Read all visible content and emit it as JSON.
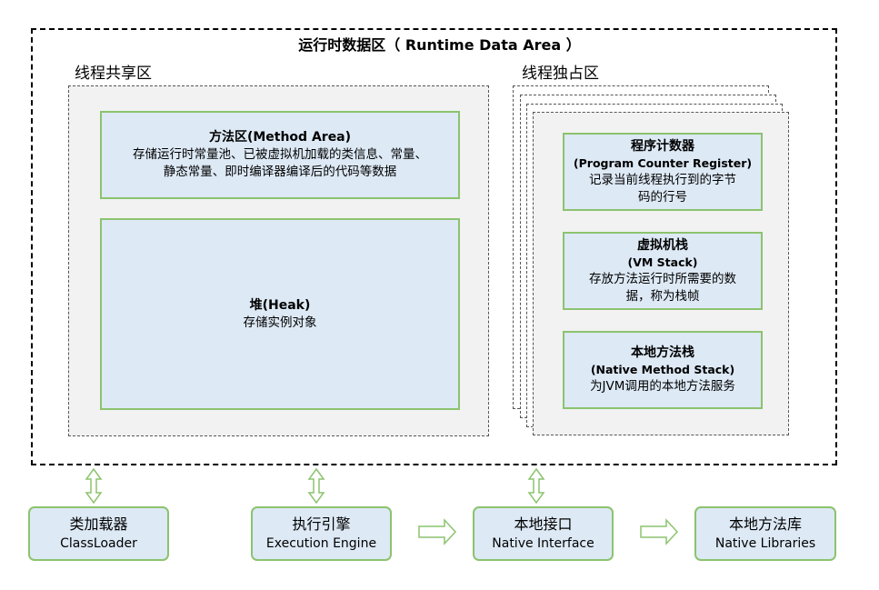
{
  "runtime_area": {
    "title": "运行时数据区（ Runtime Data Area ）"
  },
  "shared": {
    "label": "线程共享区",
    "method_area": {
      "title": "方法区(Method Area)",
      "desc_line1": "存储运行时常量池、已被虚拟机加载的类信息、常量、",
      "desc_line2": "静态常量、即时编译器编译后的代码等数据"
    },
    "heap": {
      "title": "堆(Heak)",
      "desc": "存储实例对象"
    }
  },
  "exclusive": {
    "label": "线程独占区",
    "pc_register": {
      "title": "程序计数器",
      "subtitle": "(Program Counter Register)",
      "desc_line1": "记录当前线程执行到的字节",
      "desc_line2": "码的行号"
    },
    "vm_stack": {
      "title": "虚拟机栈",
      "subtitle": "(VM Stack)",
      "desc_line1": "存放方法运行时所需要的数",
      "desc_line2": "据，称为栈帧"
    },
    "native_stack": {
      "title": "本地方法栈",
      "subtitle": "(Native Method Stack)",
      "desc": "为JVM调用的本地方法服务"
    }
  },
  "components": {
    "classloader": {
      "zh": "类加载器",
      "en": "ClassLoader"
    },
    "execution_engine": {
      "zh": "执行引擎",
      "en": "Execution Engine"
    },
    "native_interface": {
      "zh": "本地接口",
      "en": "Native Interface"
    },
    "native_libraries": {
      "zh": "本地方法库",
      "en": "Native Libraries"
    }
  },
  "colors": {
    "box_border": "#8cc36e",
    "box_fill": "#dde9f5",
    "panel_fill": "#f2f2f2",
    "arrow_fill": "#ffffff",
    "arrow_stroke": "#8cc36e"
  }
}
